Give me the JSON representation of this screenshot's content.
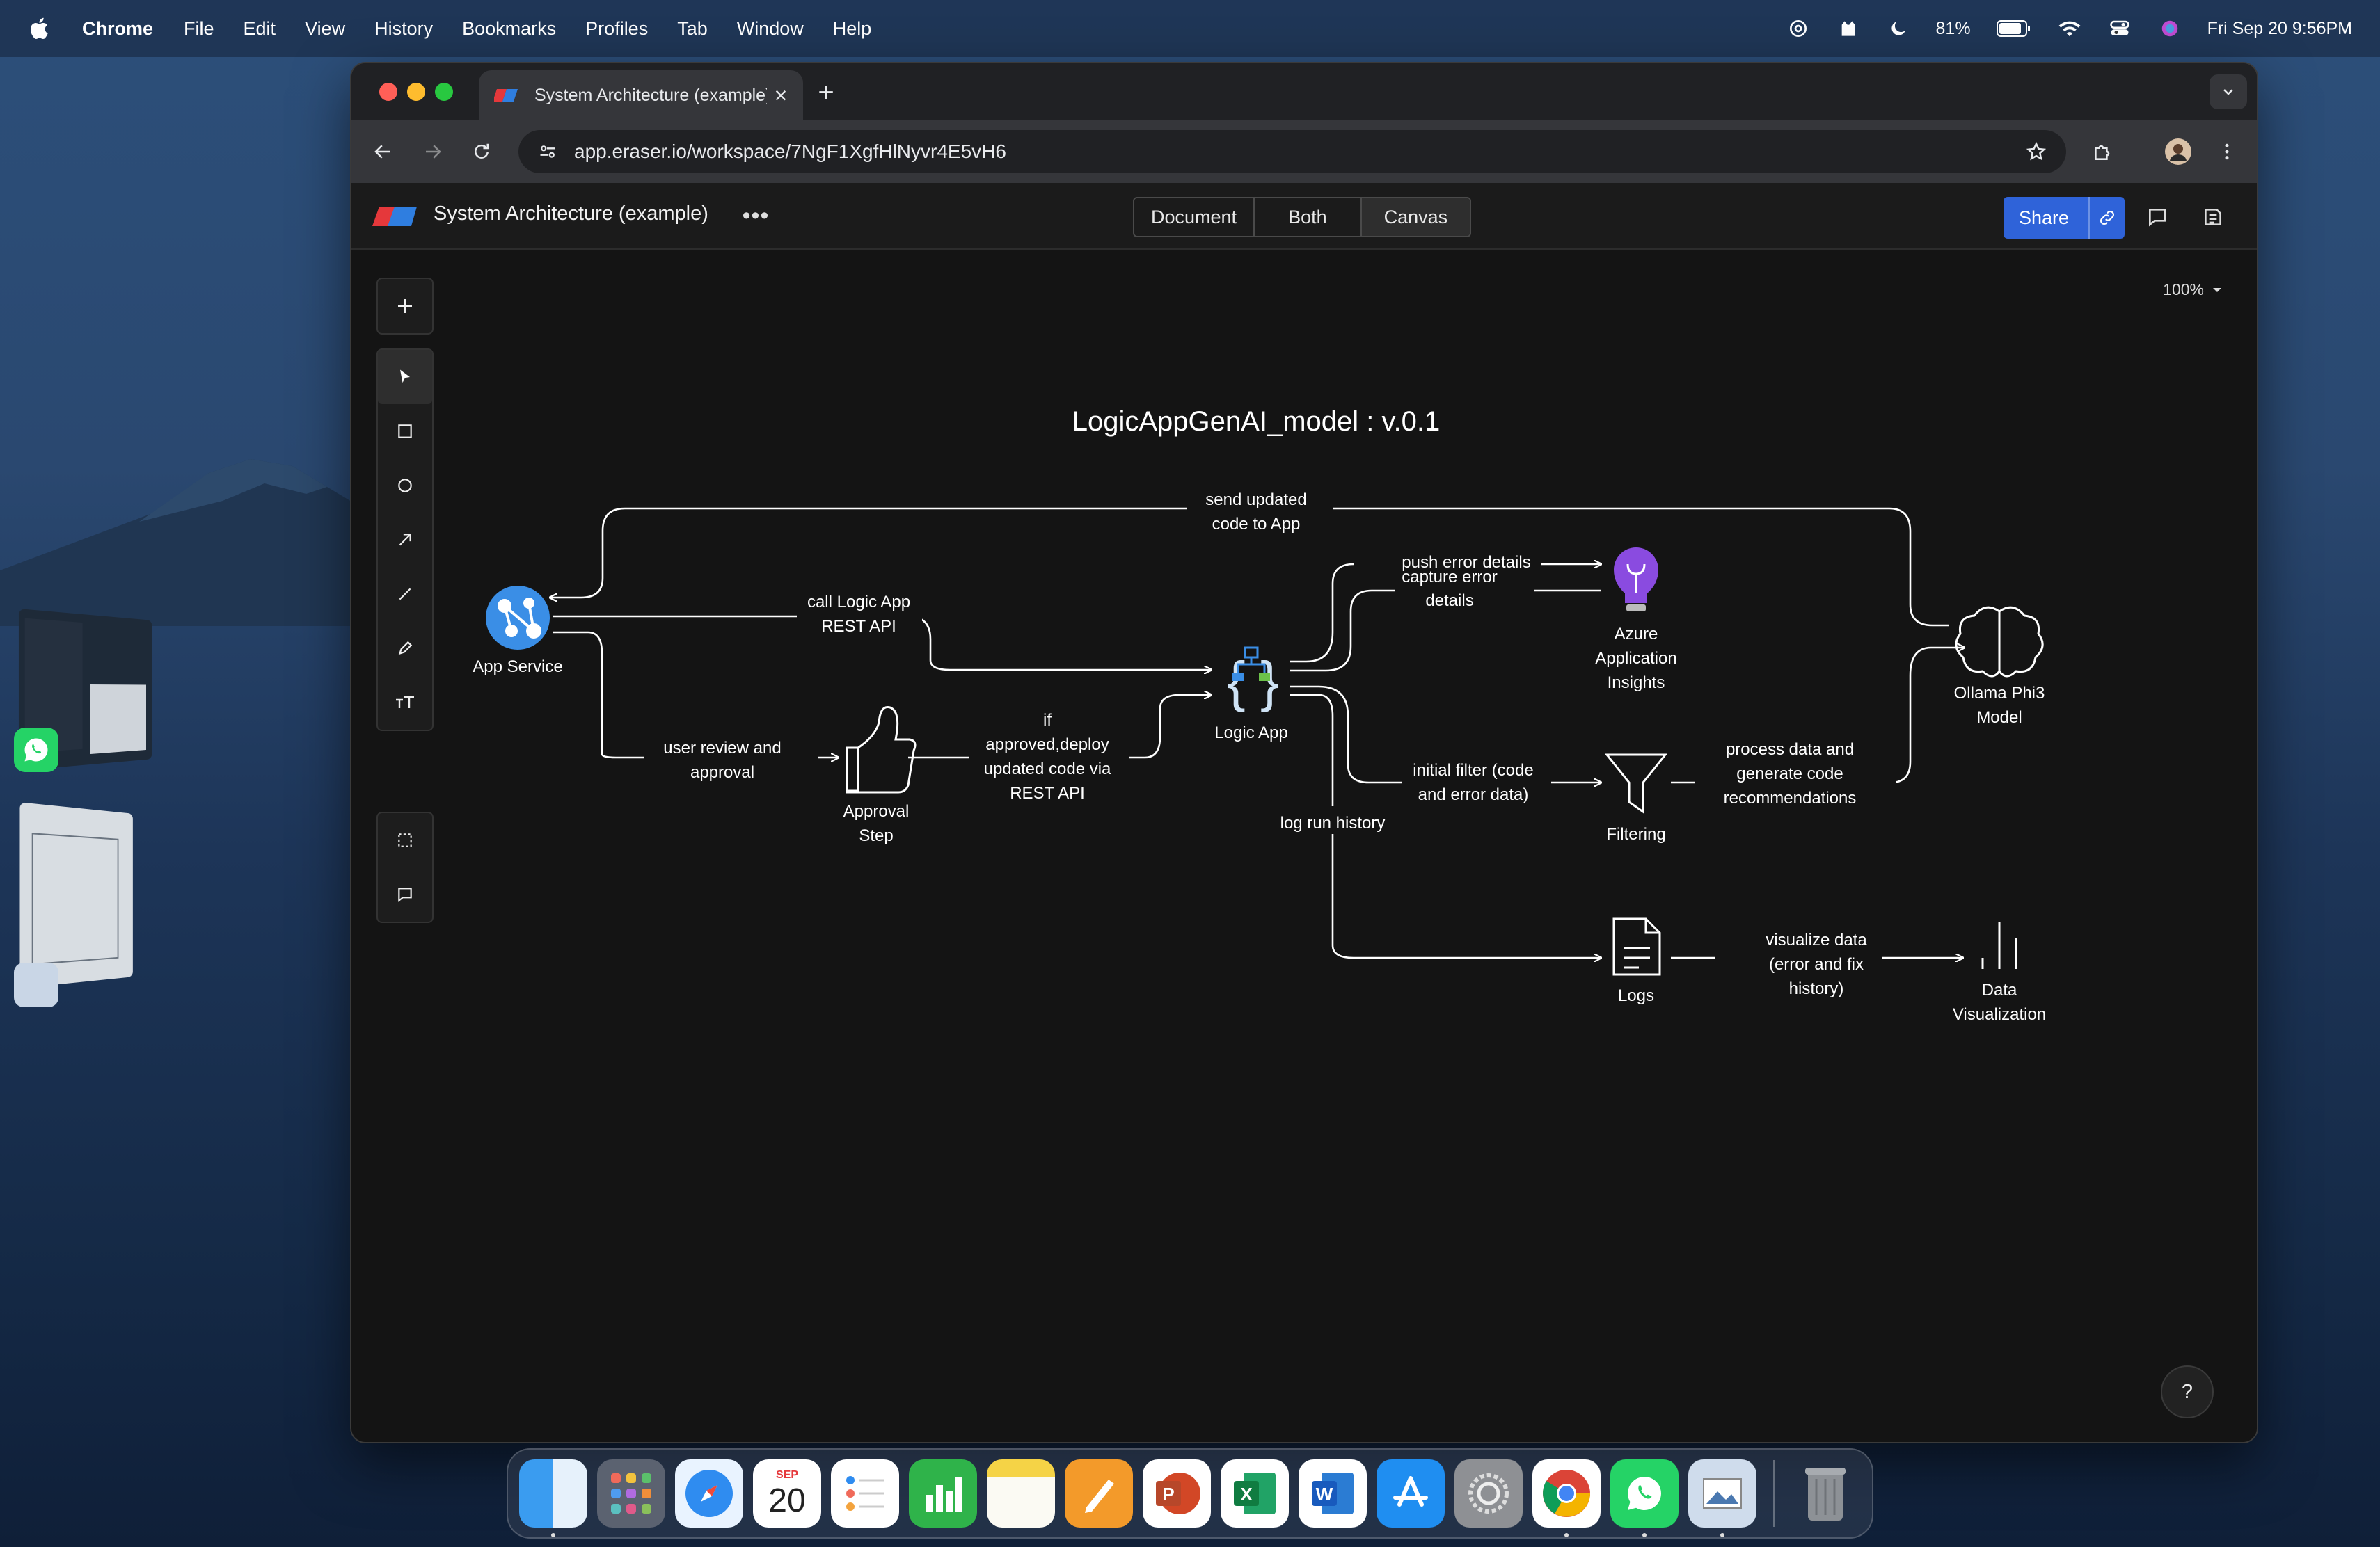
{
  "menubar": {
    "app_name": "Chrome",
    "items": [
      "File",
      "Edit",
      "View",
      "History",
      "Bookmarks",
      "Profiles",
      "Tab",
      "Window",
      "Help"
    ],
    "battery": "81%",
    "datetime": "Fri Sep 20  9:56PM"
  },
  "browser": {
    "tab_title": "System Architecture (example)",
    "url": "app.eraser.io/workspace/7NgF1XgfHlNyvr4E5vH6"
  },
  "app": {
    "doc_title": "System Architecture (example)",
    "view_modes": [
      "Document",
      "Both",
      "Canvas"
    ],
    "share_label": "Share",
    "zoom": "100%",
    "help": "?"
  },
  "diagram": {
    "title": "LogicAppGenAI_model : v.0.1",
    "nodes": {
      "app_service": "App Service",
      "approval_1": "Approval",
      "approval_2": "Step",
      "logic_app": "Logic App",
      "insights_1": "Azure",
      "insights_2": "Application",
      "insights_3": "Insights",
      "filtering": "Filtering",
      "logs": "Logs",
      "ollama_1": "Ollama Phi3",
      "ollama_2": "Model",
      "dataviz_1": "Data",
      "dataviz_2": "Visualization"
    },
    "edges": {
      "send_1": "send updated",
      "send_2": "code to App",
      "call_1": "call Logic App",
      "call_2": "REST API",
      "review_1": "user review and",
      "review_2": "approval",
      "deploy_1": "if",
      "deploy_2": "approved,deploy",
      "deploy_3": "updated code via",
      "deploy_4": "REST API",
      "push": "push error details",
      "capture_1": "capture error",
      "capture_2": "details",
      "filter_1": "initial filter (code",
      "filter_2": "and error data)",
      "process_1": "process data and",
      "process_2": "generate code",
      "process_3": "recommendations",
      "logrun": "log run history",
      "viz_1": "visualize data",
      "viz_2": "(error and fix",
      "viz_3": "history)"
    }
  },
  "dock": {
    "calendar_month": "SEP",
    "calendar_day": "20"
  },
  "colors": {
    "share_blue": "#2f63d9",
    "canvas_bg": "#141414",
    "insights_purple": "#8a4be0",
    "app_service_blue": "#3a8ee6"
  }
}
